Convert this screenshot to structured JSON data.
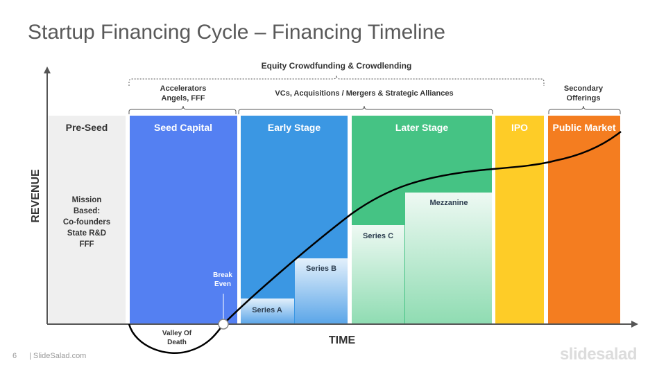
{
  "title": "Startup Financing Cycle – Financing Timeline",
  "footer": {
    "page_number": "6",
    "source": "| SlideSalad.com",
    "brand": "slidesalad"
  },
  "axes": {
    "y_label": "REVENUE",
    "x_label": "TIME"
  },
  "top_brackets": {
    "equity": "Equity Crowdfunding & Crowdlending",
    "accelerators": [
      "Accelerators",
      "Angels, FFF"
    ],
    "vcs": "VCs, Acquisitions / Mergers & Strategic Alliances",
    "secondary": [
      "Secondary",
      "Offerings"
    ]
  },
  "stages": [
    {
      "id": "pre-seed",
      "label": "Pre-Seed",
      "color": "#efefef",
      "text_color": "#333333"
    },
    {
      "id": "seed-capital",
      "label": "Seed Capital",
      "color": "#5480f2",
      "text_color": "#ffffff"
    },
    {
      "id": "early-stage",
      "label": "Early Stage",
      "color": "#3b97e3",
      "text_color": "#ffffff"
    },
    {
      "id": "later-stage",
      "label": "Later Stage",
      "color": "#45c384",
      "text_color": "#ffffff"
    },
    {
      "id": "ipo",
      "label": "IPO",
      "color": "#fecc27",
      "text_color": "#ffffff"
    },
    {
      "id": "public-market",
      "label": "Public Market",
      "color": "#f47d20",
      "text_color": "#ffffff"
    }
  ],
  "pre_seed_notes": [
    "Mission",
    "Based:",
    "Co-founders",
    "State R&D",
    "FFF"
  ],
  "rounds": {
    "series_a": "Series A",
    "series_b": "Series B",
    "series_c": "Series C",
    "mezzanine": "Mezzanine"
  },
  "annotations": {
    "break_even": [
      "Break",
      "Even"
    ],
    "valley": [
      "Valley Of",
      "Death"
    ]
  },
  "colors": {
    "axis": "#555555",
    "curve": "#000000",
    "bracket": "#555555",
    "round_blue_light": "#cfe4f8",
    "round_green_light": "#d7f0e3"
  }
}
